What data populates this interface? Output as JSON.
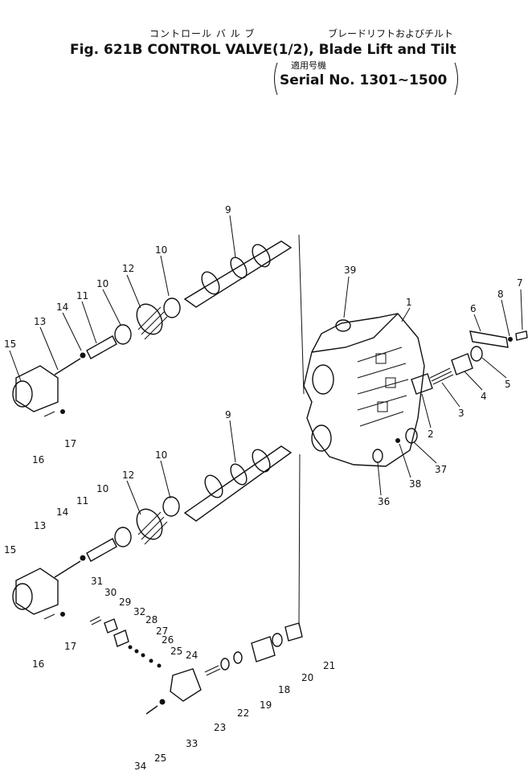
{
  "header": {
    "jp_title": "コントロール バ ル ブ",
    "jp_subtitle": "ブレードリフトおよびチルト",
    "en_title": "Fig. 621B CONTROL VALVE(1/2), Blade Lift and Tilt",
    "serial_jp": "適用号機",
    "serial_en": "Serial No. 1301~1500"
  },
  "callouts": [
    "9",
    "10",
    "12",
    "10",
    "11",
    "14",
    "13",
    "15",
    "16",
    "17",
    "39",
    "1",
    "6",
    "8",
    "7",
    "5",
    "4",
    "3",
    "2",
    "37",
    "38",
    "36",
    "9",
    "10",
    "12",
    "10",
    "11",
    "14",
    "13",
    "15",
    "16",
    "17",
    "31",
    "30",
    "29",
    "32",
    "28",
    "27",
    "26",
    "25",
    "24",
    "21",
    "20",
    "18",
    "19",
    "22",
    "23",
    "33",
    "34",
    "25"
  ]
}
